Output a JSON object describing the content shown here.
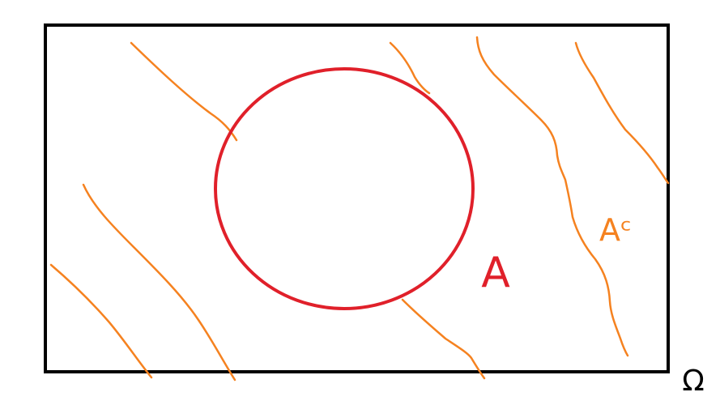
{
  "diagram": {
    "set_label": "A",
    "complement_label": "Aᶜ",
    "universe_label": "Ω",
    "colors": {
      "universe_border": "#000000",
      "set_border": "#e0202a",
      "complement_hatch": "#f58220",
      "background": "#ffffff"
    }
  }
}
